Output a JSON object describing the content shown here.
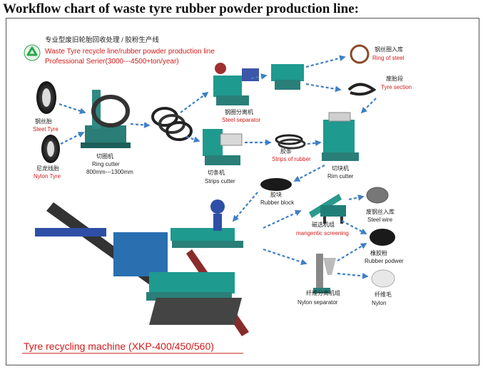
{
  "page": {
    "title": "Workflow chart of waste tyre rubber powder production line:"
  },
  "header": {
    "title_zh": "专业型废旧轮胎回收处理 / 胶粉生产线",
    "title_en": "Waste Tyre recycle line/rubber powder production line",
    "subtitle_en": "Professional Serier(3000---4500+ton/year)"
  },
  "nodes": {
    "steel_tyre": {
      "zh": "钢丝胎",
      "en": "Steel Tyre"
    },
    "nylon_tyre": {
      "zh": "尼龙线胎",
      "en": "Nylon Tyre"
    },
    "ring_cutter": {
      "zh": "切圈机",
      "en": "Ring cutter",
      "spec": "800mm---1300mm"
    },
    "steel_separator": {
      "zh": "钢圈分离机",
      "en": "Steel separator"
    },
    "ring_of_steel": {
      "zh": "钢丝圈入库",
      "en": "Ring of steel"
    },
    "tyre_section": {
      "zh": "废胎段",
      "en": "Tyre section"
    },
    "strips_cutter": {
      "zh": "切条机",
      "en": "Strips cutter"
    },
    "strips_of_rubber": {
      "zh": "胶条",
      "en": "Strips of rubber"
    },
    "rim_cutter": {
      "zh": "切块机",
      "en": "Rim cutter"
    },
    "rubber_block": {
      "zh": "胶块",
      "en": "Rubber block"
    },
    "magnetic_screening": {
      "zh": "磁选机组",
      "en": "mangentic screening"
    },
    "steel_wire": {
      "zh": "废钢丝入库",
      "en": "Steel wire"
    },
    "rubber_powder": {
      "zh": "橡胶粉",
      "en": "Rubber podwer"
    },
    "nylon_separator": {
      "zh": "纤维分离机组",
      "en": "Nylon separator"
    },
    "nylon": {
      "zh": "纤维毛",
      "en": "Nylon"
    }
  },
  "footer": {
    "machine_label": "Tyre recycling machine (XKP-400/450/560)"
  },
  "colors": {
    "arrow": "#3f7fc6",
    "label_red": "#d21a1a",
    "machine_green": "#1f9a8f",
    "machine_blue": "#2e4fa6",
    "belt_dark": "#333333"
  }
}
